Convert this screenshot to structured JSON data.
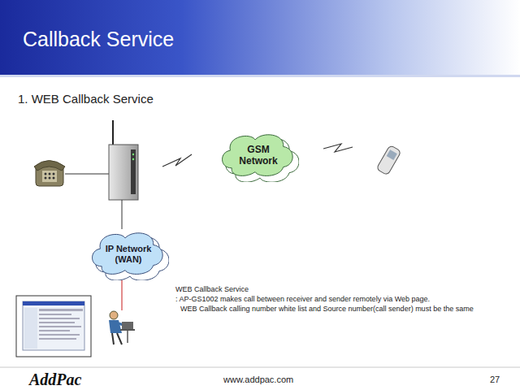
{
  "diagram": {
    "title": "Callback Service",
    "nodes": [
      {
        "text": [
          "GSM Network"
        ]
      },
      {
        "text": [
          "IP Network (WAN)"
        ]
      }
    ],
    "labels": [
      "1. WEB Callback Service",
      "WEB Callback Service",
      ": AP-GS1002 makes call between receiver and sender remotely via Web page.",
      "WEB Callback calling number white list and Source number(call sender) must be the same",
      "AddPac",
      "www.addpac.com",
      "27"
    ]
  }
}
